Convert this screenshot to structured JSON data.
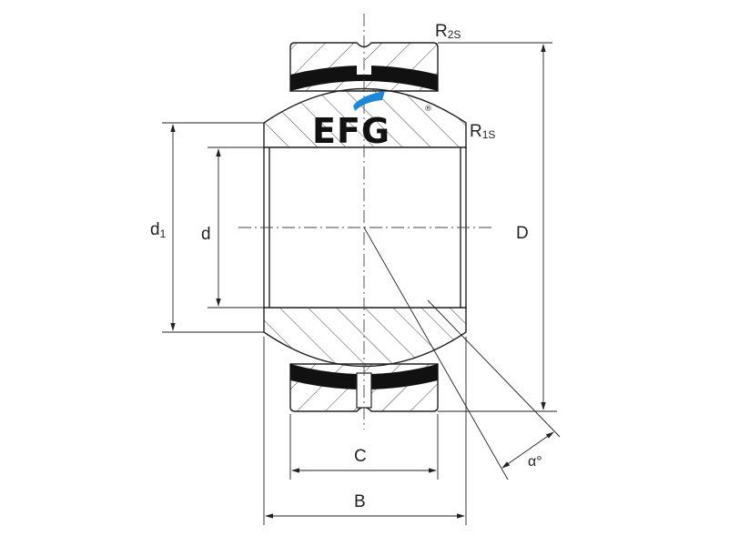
{
  "title": "Spherical plain bearing dimension drawing",
  "logo": {
    "text": "EFG",
    "registered": "®",
    "accent_color": "#1e88d8"
  },
  "labels": {
    "r2s_main": "R",
    "r2s_sub": "2S",
    "r1s_main": "R",
    "r1s_sub": "1S",
    "d1_main": "d",
    "d1_sub": "1",
    "d": "d",
    "D": "D",
    "C": "C",
    "B": "B",
    "alpha": "α°"
  },
  "colors": {
    "line": "#222222",
    "liner": "#111111"
  }
}
